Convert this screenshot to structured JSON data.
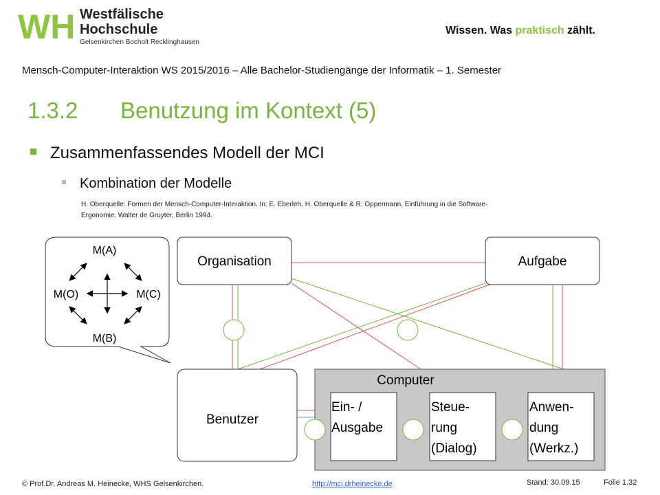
{
  "header": {
    "logo_letters": "WH",
    "uni_name_line1": "Westfälische",
    "uni_name_line2": "Hochschule",
    "uni_sub": "Gelsenkirchen Bocholt Recklinghausen",
    "slogan_part1": "Wissen. Was ",
    "slogan_part2": "praktisch",
    "slogan_part3": " zählt."
  },
  "course": "Mensch-Computer-Interaktion WS 2015/2016 – Alle Bachelor-Studiengänge der Informatik – 1. Semester",
  "heading": {
    "number": "1.3.2",
    "title": "Benutzung im Kontext (5)"
  },
  "bullets": {
    "level1": "Zusammenfassendes Modell der MCI",
    "level2": "Kombination der Modelle",
    "reference_line1": "H. Oberquelle: Formen der Mensch-Computer-Interaktion.  In: E. Eberleh, H. Oberquelle & R. Oppermann, Einführung in die Software-",
    "reference_line2": "Ergonomie. Walter de Gruyter, Berlin 1994."
  },
  "diagram": {
    "bubble": {
      "top": "M(A)",
      "left": "M(O)",
      "right": "M(C)",
      "bottom": "M(B)"
    },
    "organisation": "Organisation",
    "aufgabe": "Aufgabe",
    "benutzer": "Benutzer",
    "computer": "Computer",
    "io": [
      "Ein- /",
      "Ausgabe"
    ],
    "dialog": [
      "Steue-",
      "rung",
      "(Dialog)"
    ],
    "app": [
      "Anwen-",
      "dung",
      "(Werkz.)"
    ],
    "colors": {
      "green": "#7bb33f",
      "red": "#e05050",
      "blue": "#6699cc",
      "computer_bg": "#c8c8c8"
    }
  },
  "footer": {
    "copyright": "© Prof.Dr. Andreas M. Heinecke,  WHS Gelsenkirchen.",
    "link": "http://mci.drheinecke.de",
    "stand": "Stand: 30.09.15",
    "folie": "Folie 1.32"
  }
}
